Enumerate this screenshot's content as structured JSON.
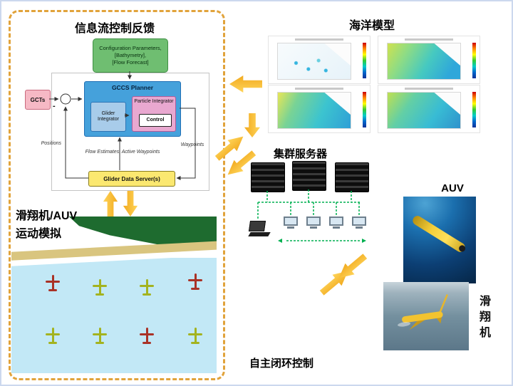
{
  "feedback": {
    "title": "信息流控制反馈",
    "config_lines": [
      "Configuration Parameters,",
      "[Bathymetry],",
      "[Flow Forecast]"
    ],
    "gcts": "GCTs",
    "planner": "GCCS Planner",
    "glider_integrator": "Glider Integrator",
    "particle_integrator": "Particle Integrator",
    "control": "Control",
    "data_server": "Glider Data Server(s)",
    "positions": "Positions",
    "flow_estimates": "Flow Estimates, Active Waypoints",
    "waypoints": "Waypoints",
    "minus": "-"
  },
  "ocean_model": {
    "title": "海洋模型"
  },
  "cluster": {
    "title": "集群服务器"
  },
  "auv": {
    "label": "AUV"
  },
  "glider": {
    "label": "滑翔机"
  },
  "simulation": {
    "label_line1": "滑翔机/AUV",
    "label_line2": "运动模拟"
  },
  "closed_loop": {
    "label": "自主闭环控制"
  },
  "colors": {
    "arrow": "#F3B01D",
    "dashed_border": "#E1A33B",
    "planner_blue": "#45A1DB",
    "config_green": "#6FBE71",
    "data_server_yellow": "#FBE870",
    "water_blue": "#C2E8F6",
    "land_green": "#1E6B2F"
  }
}
